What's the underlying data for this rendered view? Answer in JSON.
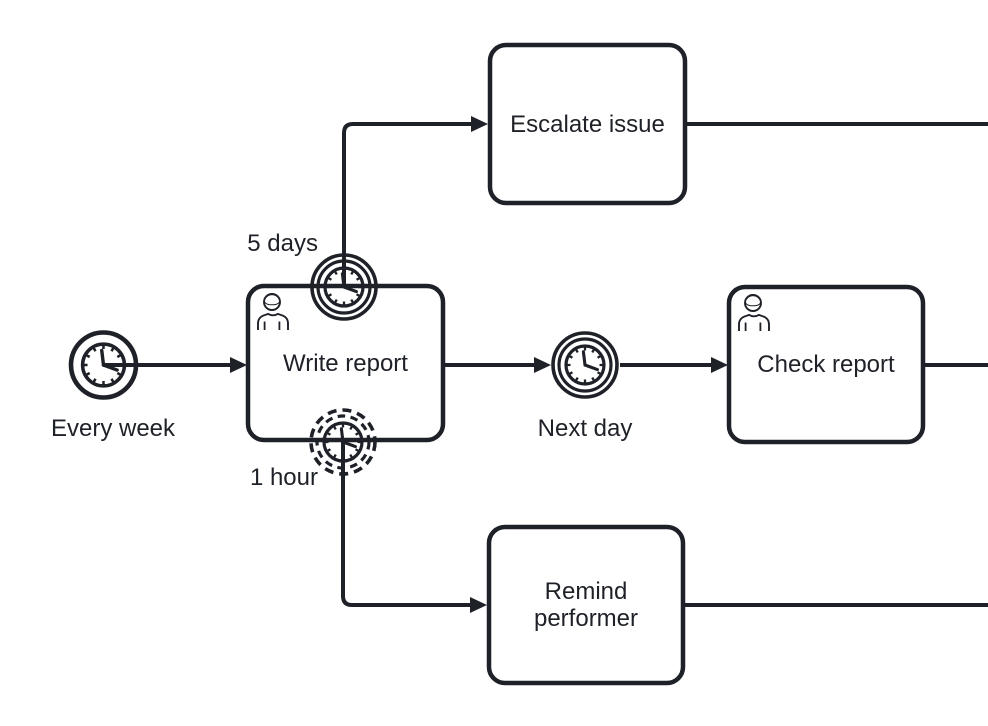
{
  "diagram": {
    "type": "bpmn-process-diagram",
    "background_color": "#ffffff",
    "stroke_color": "#1e2127",
    "start_event": {
      "label": "Every week",
      "type": "timer-start-event",
      "icon": "clock-icon"
    },
    "tasks": {
      "escalate": {
        "label": "Escalate issue"
      },
      "write": {
        "label": "Write report",
        "marker": "user-icon"
      },
      "check": {
        "label": "Check report",
        "marker": "user-icon"
      },
      "remind": {
        "label_line1": "Remind",
        "label_line2": "performer"
      }
    },
    "events": {
      "five_days": {
        "label": "5 days",
        "type": "interrupting-boundary-timer",
        "icon": "clock-icon"
      },
      "one_hour": {
        "label": "1 hour",
        "type": "non-interrupting-boundary-timer",
        "icon": "clock-icon"
      },
      "next_day": {
        "label": "Next day",
        "type": "intermediate-timer-catch",
        "icon": "clock-icon"
      }
    }
  }
}
